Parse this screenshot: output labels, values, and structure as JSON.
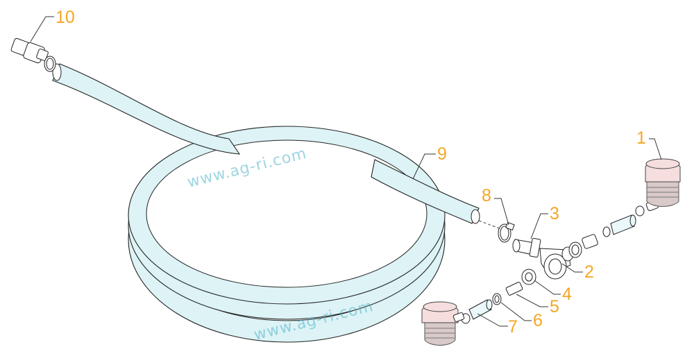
{
  "callouts": [
    {
      "id": "1",
      "label": "1"
    },
    {
      "id": "2",
      "label": "2"
    },
    {
      "id": "3",
      "label": "3"
    },
    {
      "id": "4",
      "label": "4"
    },
    {
      "id": "5",
      "label": "5"
    },
    {
      "id": "6",
      "label": "6"
    },
    {
      "id": "7",
      "label": "7"
    },
    {
      "id": "8",
      "label": "8"
    },
    {
      "id": "9",
      "label": "9"
    },
    {
      "id": "10",
      "label": "10"
    }
  ],
  "watermark": {
    "text": "www.ag-ri.com"
  },
  "colors": {
    "callout": "#f5a623",
    "hose_fill": "#ddf3f6",
    "cap_fill": "#f6dede",
    "watermark": "#4fb3c8"
  }
}
